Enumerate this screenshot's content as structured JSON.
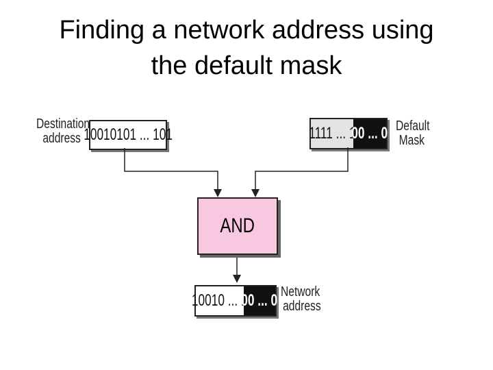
{
  "title": {
    "line1": "Finding a network address using",
    "line2": "the default mask"
  },
  "destination": {
    "label_line1": "Destination",
    "label_line2": "address",
    "value": "10010101 ... 101"
  },
  "mask": {
    "label_line1": "Default",
    "label_line2": "Mask",
    "ones": "1111 ... 1",
    "zeros": "00 ... 0"
  },
  "operation": {
    "label": "AND"
  },
  "network": {
    "label_line1": "Network",
    "label_line2": "address",
    "prefix": "10010 ... 1",
    "zeros": "00 ... 0"
  },
  "colors": {
    "and_fill": "#f7c8df",
    "mask_ones_fill": "#e3e3e3",
    "zeros_fill": "#111111"
  }
}
